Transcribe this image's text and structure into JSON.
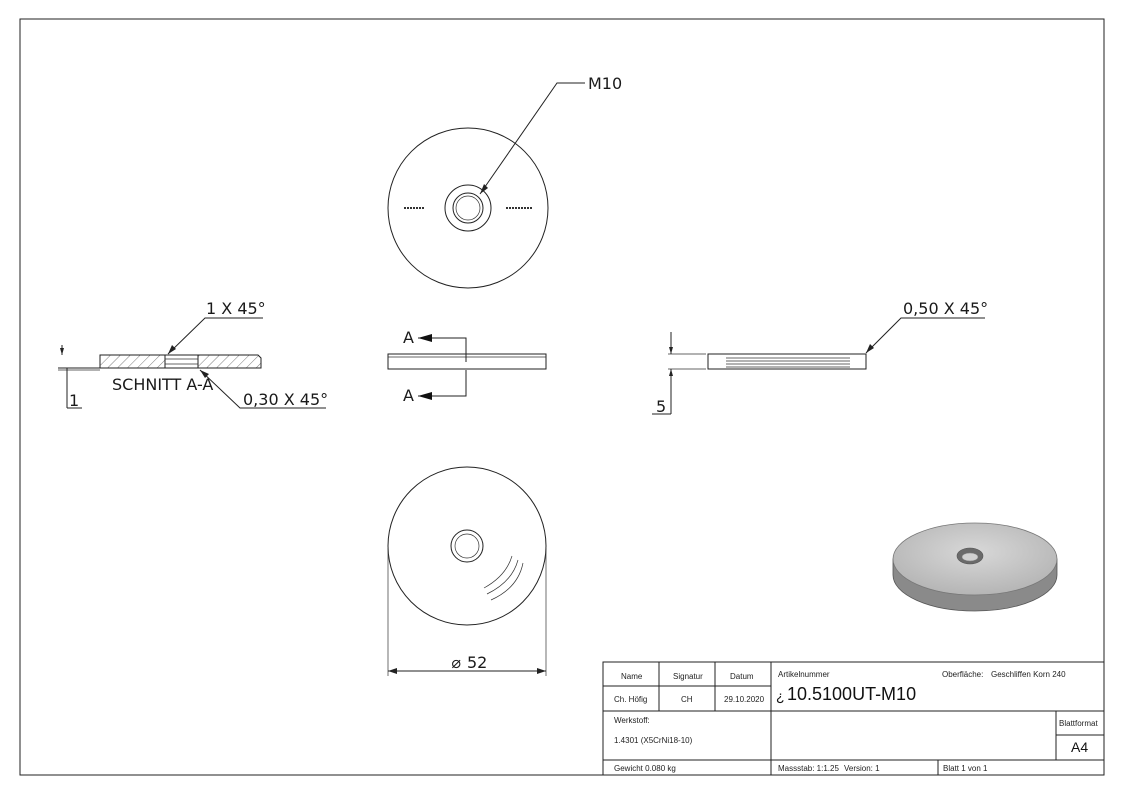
{
  "views": {
    "top": {
      "thread_label": "M10"
    },
    "section": {
      "chamfer_top": "1 X 45°",
      "chamfer_bottom": "0,30 X 45°",
      "title": "SCHNITT A-A",
      "dim_thickness": "1"
    },
    "front": {
      "section_marker": "A"
    },
    "side": {
      "chamfer": "0,50 X 45°",
      "dim_thickness": "5"
    },
    "bottom": {
      "diameter": "52",
      "diameter_symbol": "⌀"
    }
  },
  "title_block": {
    "headers": {
      "name": "Name",
      "signature": "Signatur",
      "date": "Datum",
      "article": "Artikelnummer"
    },
    "surface_label": "Oberfläche:",
    "surface_value": "Geschliffen Korn 240",
    "name_value": "Ch. Höfig",
    "signature_value": "CH",
    "date_value": "29.10.2020",
    "article_prefix": "¿",
    "article_number": "10.5100UT-M10",
    "material_label": "Werkstoff:",
    "material_value": "1.4301 (X5CrNi18-10)",
    "sheet_format_label": "Blattformat",
    "sheet_format_value": "A4",
    "weight": "Gewicht 0.080 kg",
    "scale": "Massstab: 1:1.25",
    "version": "Version: 1",
    "sheet": "Blatt 1 von 1"
  }
}
